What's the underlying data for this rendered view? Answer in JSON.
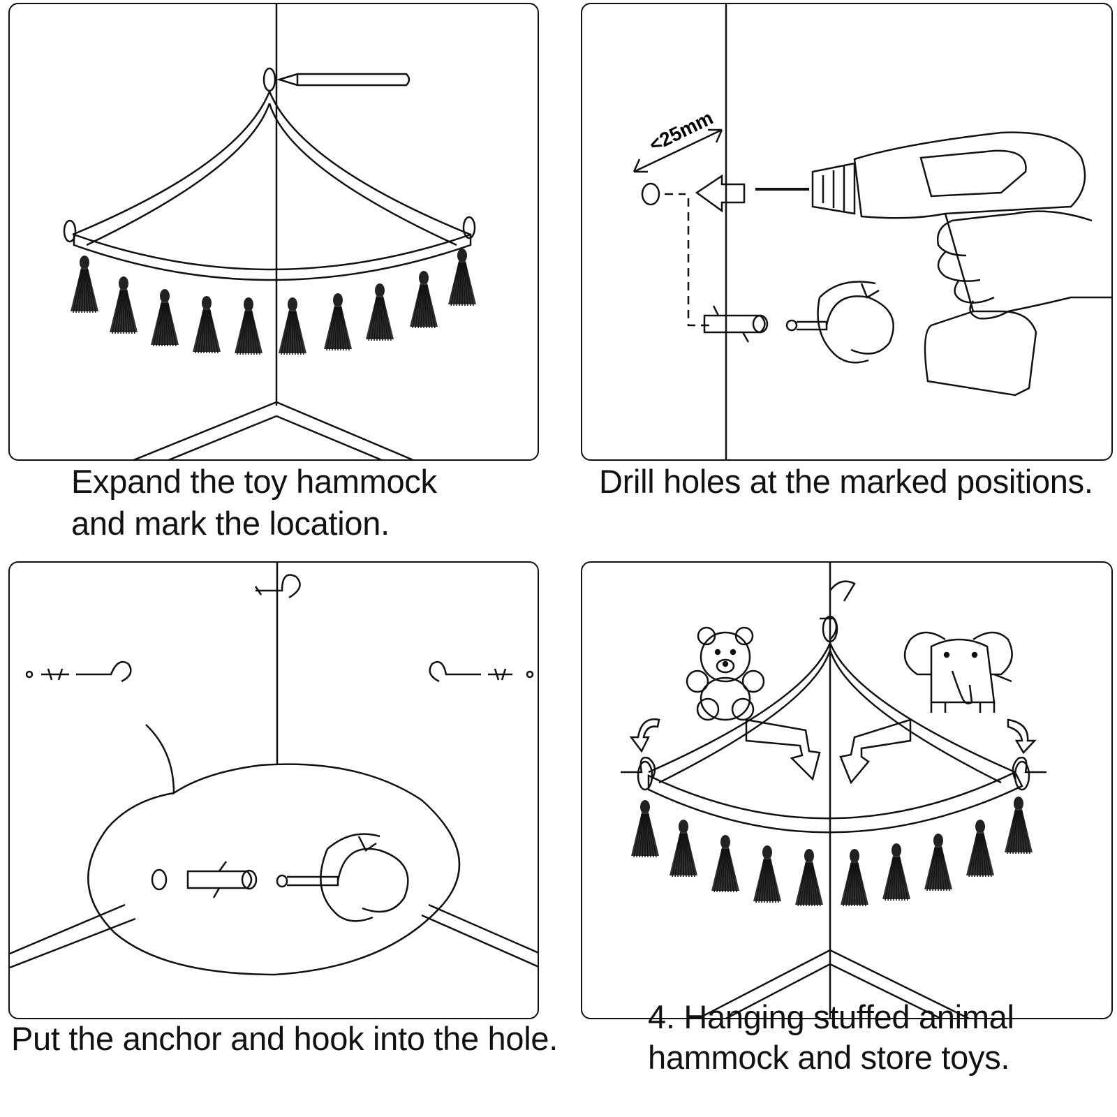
{
  "steps": [
    {
      "caption_line1": "Expand the toy hammock",
      "caption_line2": "and mark the location."
    },
    {
      "caption_line1": "Drill holes at the marked positions.",
      "caption_line2": ""
    },
    {
      "caption_line1": "Put the anchor and hook into the hole.",
      "caption_line2": ""
    },
    {
      "caption_line1": "4. Hanging stuffed animal",
      "caption_line2": "hammock and store toys."
    }
  ],
  "drill_distance_label": "<25mm",
  "colors": {
    "line": "#111111",
    "background": "#ffffff"
  },
  "icons": [
    "pencil-icon",
    "tassel-icon",
    "drill-icon",
    "hand-icon",
    "wall-anchor-icon",
    "hook-icon",
    "teddy-bear-icon",
    "elephant-icon",
    "curved-arrow-icon"
  ]
}
